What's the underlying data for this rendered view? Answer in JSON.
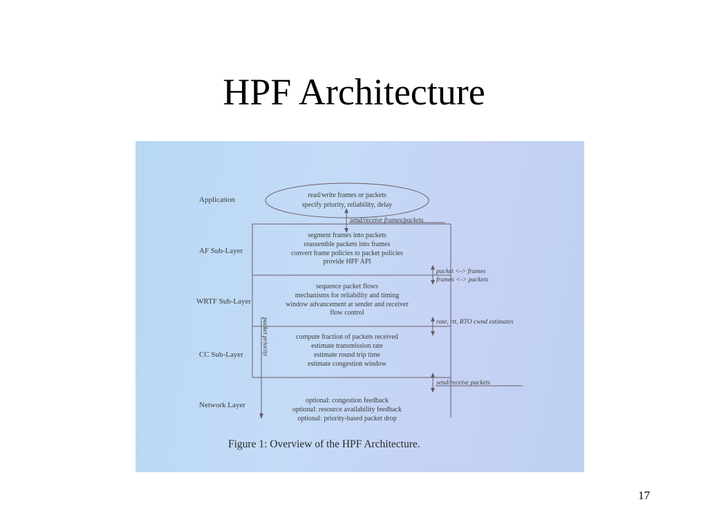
{
  "slide": {
    "title": "HPF Architecture",
    "number": "17"
  },
  "diagram": {
    "layers": {
      "application": "Application",
      "af": "AF Sub-Layer",
      "wrtf": "WRTF Sub-Layer",
      "cc": "CC Sub-Layer",
      "network": "Network Layer"
    },
    "application_box": [
      "read/write frames or packets",
      "specify priority, reliability, delay"
    ],
    "af_box": [
      "segment frames into packets",
      "reassemble packets into frames",
      "convert frame policies to packet policies",
      "provide HPF API"
    ],
    "wrtf_box": [
      "sequence packet flows",
      "mechanisms for reliability and timing",
      "window advancement at sender and receiver",
      "flow control"
    ],
    "cc_box": [
      "compute fraction of packets received",
      "estimate transmission rate",
      "estimate round trip time",
      "estimate congestion window"
    ],
    "network_box": [
      "optional: congestion feedback",
      "optional: resource availability feedback",
      "optional: priority-based packet drop"
    ],
    "interfaces": {
      "app_af": "send/receive frames/packets",
      "af_wrtf_1": "packet <-> frames",
      "af_wrtf_2": "frames <-> packets",
      "wrtf_cc": "rate, rtt, RTO cwnd estimates",
      "cc_net": "send/receive packets"
    },
    "vertical_label": "packet priority",
    "caption": "Figure 1:  Overview of the HPF Architecture."
  }
}
